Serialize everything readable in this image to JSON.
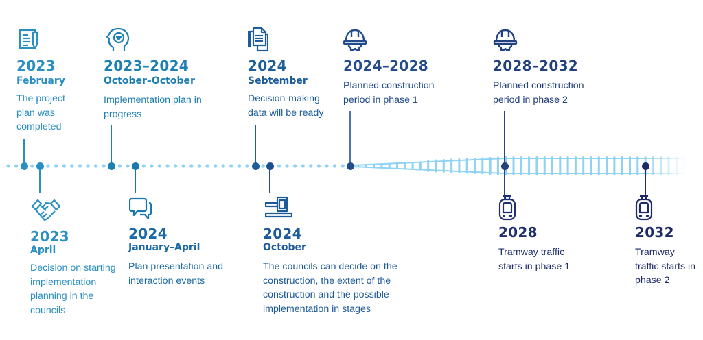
{
  "colors": {
    "c1": "#2a8fc2",
    "c2": "#1e7fb5",
    "c3": "#1a6aa6",
    "c4": "#1c5d9a",
    "c5": "#234c8c",
    "c6": "#1f2f72",
    "track": "#8fd3f4"
  },
  "events": [
    {
      "id": "e1",
      "icon": "document-pen-icon",
      "year": "2023",
      "period": "February",
      "text": "The project plan was completed",
      "position": "above"
    },
    {
      "id": "e2",
      "icon": "handshake-icon",
      "year": "2023",
      "period": "April",
      "text": "Decision on starting implementation planning in the councils",
      "position": "below"
    },
    {
      "id": "e3",
      "icon": "head-lightbulb-icon",
      "year": "2023–2024",
      "period": "October–October",
      "text": "Implementation plan in progress",
      "position": "above"
    },
    {
      "id": "e4",
      "icon": "speech-bubbles-icon",
      "year": "2024",
      "period": "January–April",
      "text": "Plan presentation and interaction events",
      "position": "below"
    },
    {
      "id": "e5",
      "icon": "documents-icon",
      "year": "2024",
      "period": "Sebtember",
      "text": "Decision-making data will be ready",
      "position": "above"
    },
    {
      "id": "e6",
      "icon": "gavel-icon",
      "year": "2024",
      "period": "October",
      "text": "The councils can decide on the construction, the extent of the construction and the possible implementation in stages",
      "position": "below"
    },
    {
      "id": "e7",
      "icon": "hard-hat-icon",
      "year": "2024–2028",
      "period": "",
      "text": "Planned construction period in phase 1",
      "position": "above"
    },
    {
      "id": "e8",
      "icon": "hard-hat-icon",
      "year": "2028–2032",
      "period": "",
      "text": "Planned construction period in phase 2",
      "position": "above"
    },
    {
      "id": "e9",
      "icon": "tram-icon",
      "year": "2028",
      "period": "",
      "text": "Tramway traffic starts in phase 1",
      "position": "below"
    },
    {
      "id": "e10",
      "icon": "tram-icon",
      "year": "2032",
      "period": "",
      "text": "Tramway traffic starts in phase 2",
      "position": "below"
    }
  ]
}
